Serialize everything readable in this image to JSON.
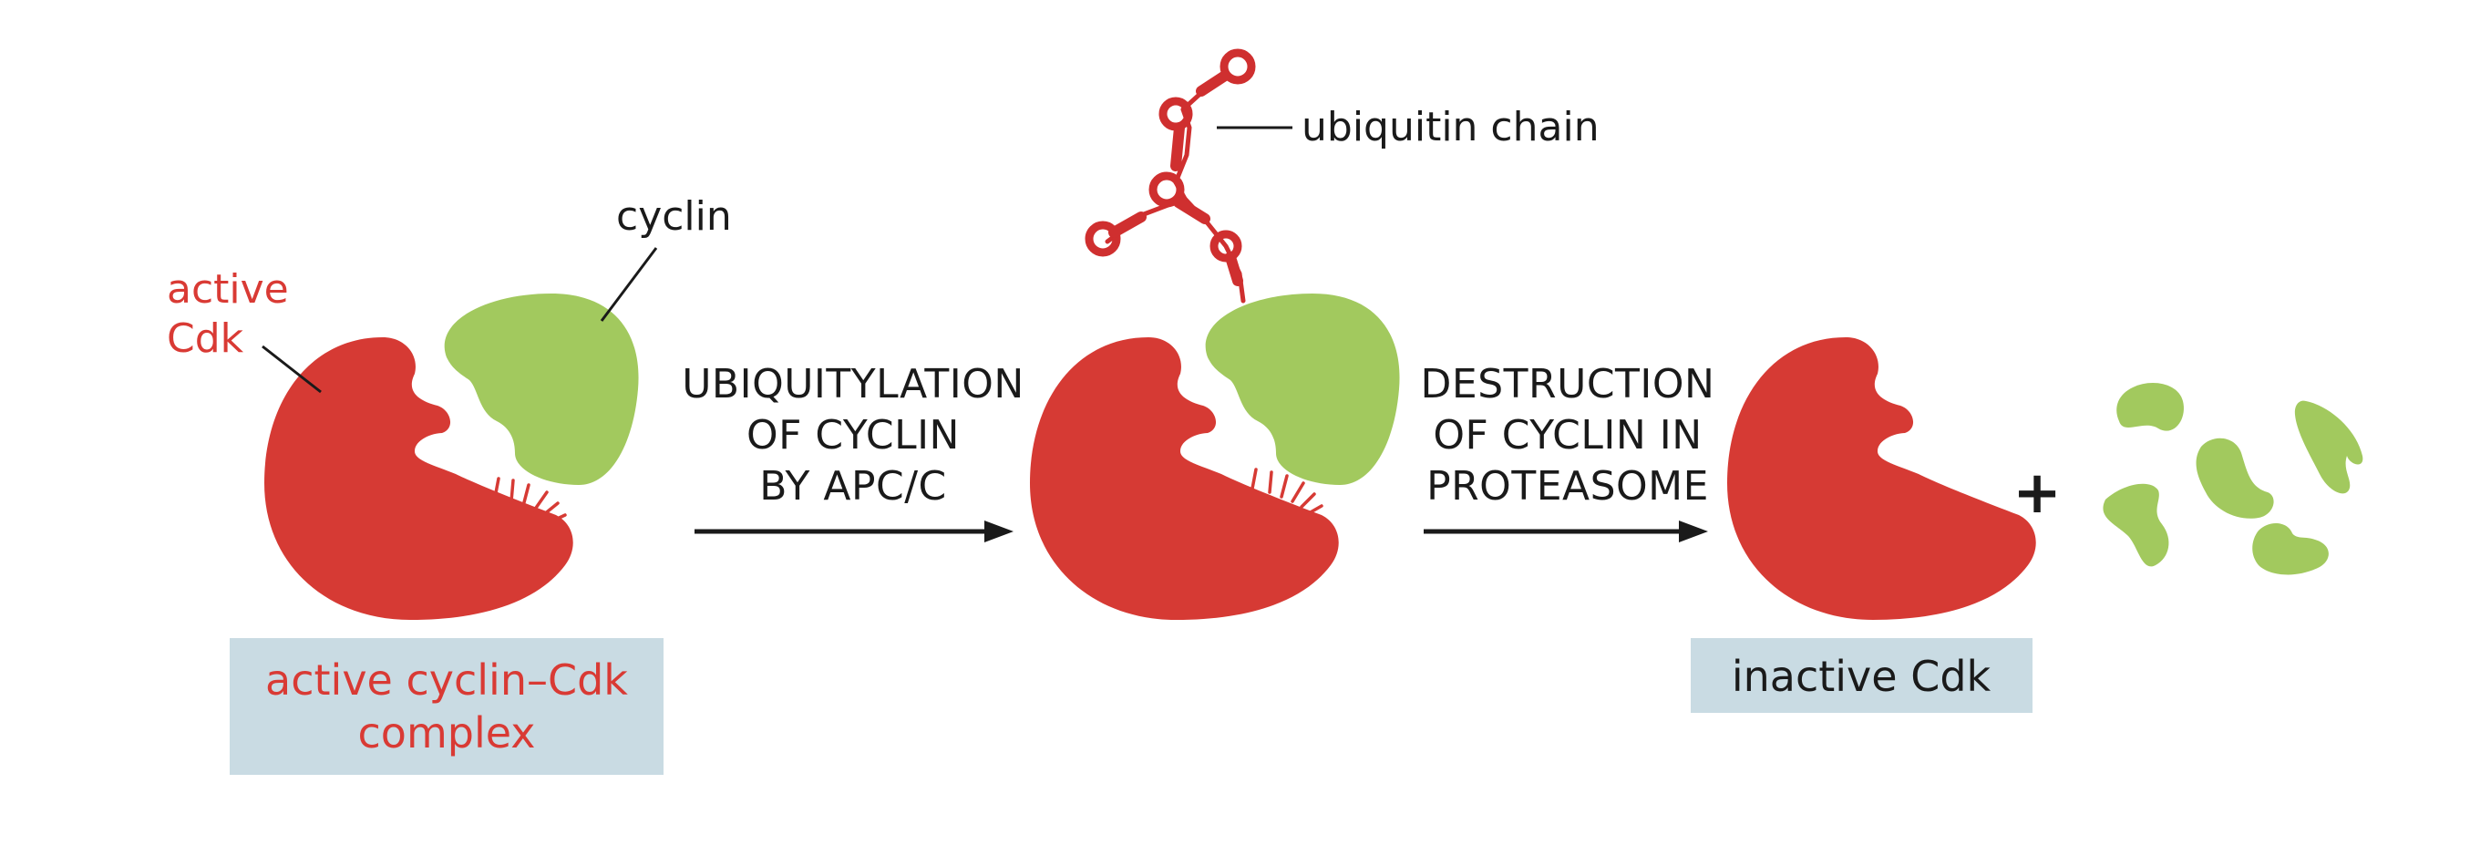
{
  "colors": {
    "cdk_red": "#d63a34",
    "cyclin_green": "#a2c95e",
    "label_red": "#d93a34",
    "text_black": "#1a1a1a",
    "box_blue": "#c9dbe3",
    "ubiquitin_red": "#cf2f2f"
  },
  "labels": {
    "active": "active",
    "cdk": "Cdk",
    "cyclin": "cyclin",
    "ubiquitin_chain": "ubiquitin chain"
  },
  "steps": {
    "ubiquitylation": [
      "UBIQUITYLATION",
      "OF CYCLIN",
      "BY APC/C"
    ],
    "destruction": [
      "DESTRUCTION",
      "OF CYCLIN IN",
      "PROTEASOME"
    ]
  },
  "boxes": {
    "active_complex": [
      "active cyclin–Cdk",
      "complex"
    ],
    "inactive_cdk": "inactive Cdk"
  },
  "plus_sign": "+"
}
